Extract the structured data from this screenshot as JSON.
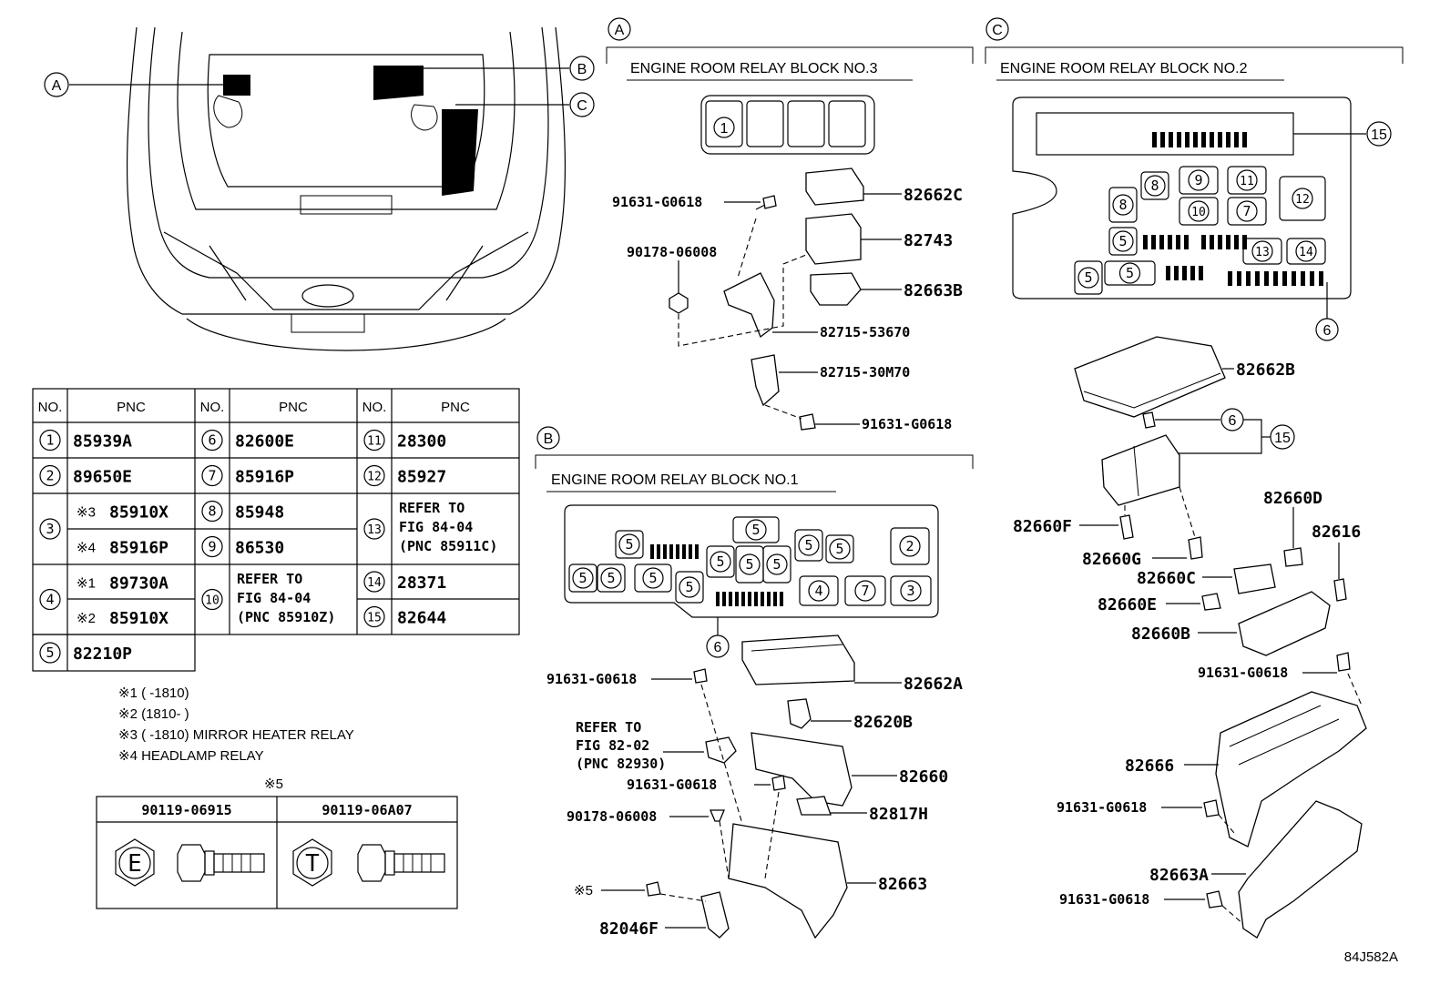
{
  "callouts": {
    "a": "A",
    "b": "B",
    "c": "C"
  },
  "sections": {
    "a": {
      "badge": "A",
      "title": "ENGINE ROOM RELAY BLOCK  NO.3"
    },
    "b": {
      "badge": "B",
      "title": "ENGINE ROOM RELAY BLOCK  NO.1"
    },
    "c": {
      "badge": "C",
      "title": "ENGINE ROOM RELAY BLOCK  NO.2"
    }
  },
  "table": {
    "headers": [
      "NO.",
      "PNC",
      "NO.",
      "PNC",
      "NO.",
      "PNC"
    ],
    "col1": [
      {
        "no": "1",
        "pnc": "85939A"
      },
      {
        "no": "2",
        "pnc": "89650E"
      },
      {
        "no": "3",
        "sub": [
          {
            "mark": "※3",
            "pnc": "85910X"
          },
          {
            "mark": "※4",
            "pnc": "85916P"
          }
        ]
      },
      {
        "no": "4",
        "sub": [
          {
            "mark": "※1",
            "pnc": "89730A"
          },
          {
            "mark": "※2",
            "pnc": "85910X"
          }
        ]
      },
      {
        "no": "5",
        "pnc": "82210P"
      }
    ],
    "col2": [
      {
        "no": "6",
        "pnc": "82600E"
      },
      {
        "no": "7",
        "pnc": "85916P"
      },
      {
        "no": "8",
        "pnc": "85948"
      },
      {
        "no": "9",
        "pnc": "86530"
      },
      {
        "no": "10",
        "lines": [
          "REFER TO",
          "FIG 84-04",
          "(PNC 85910Z)"
        ]
      }
    ],
    "col3": [
      {
        "no": "11",
        "pnc": "28300"
      },
      {
        "no": "12",
        "pnc": "85927"
      },
      {
        "no": "13",
        "lines": [
          "REFER TO",
          "FIG 84-04",
          "(PNC 85911C)"
        ]
      },
      {
        "no": "14",
        "pnc": "28371"
      },
      {
        "no": "15",
        "pnc": "82644"
      }
    ]
  },
  "notes": [
    "※1 (      -1810)",
    "※2 (1810-      )",
    "※3 (      -1810) MIRROR HEATER RELAY",
    "※4 HEADLAMP RELAY"
  ],
  "bolt_table": {
    "mark": "※5",
    "cols": [
      "90119-06915",
      "90119-06A07"
    ],
    "icons": [
      "E",
      "T"
    ]
  },
  "parts_a": {
    "p1": "82662C",
    "p2": "82743",
    "p3": "82663B",
    "p4": "82715-53670",
    "p5": "82715-30M70",
    "bolt1": "91631-G0618",
    "nut": "90178-06008",
    "bolt2": "91631-G0618",
    "relay_no": "1"
  },
  "parts_b": {
    "cover": "82662A",
    "p1": "82620B",
    "p2": "82660",
    "p3": "82817H",
    "p4": "82663",
    "p5": "82046F",
    "bolt1": "91631-G0618",
    "bolt2": "91631-G0618",
    "nut": "90178-06008",
    "bolt5": "※5",
    "refer": [
      "REFER TO",
      "FIG 82-02",
      "(PNC 82930)"
    ],
    "callout6": "6"
  },
  "parts_c": {
    "cover": "82662B",
    "c6": "6",
    "c15": "15",
    "p1": "82660F",
    "p2": "82660G",
    "p3": "82660D",
    "p4": "82616",
    "p5": "82660C",
    "p6": "82660E",
    "p7": "82660B",
    "bolt1": "91631-G0618",
    "p8": "82666",
    "bolt2": "91631-G0618",
    "p9": "82663A",
    "bolt3": "91631-G0618",
    "lead15": "15",
    "lead6": "6"
  },
  "diagram_id": "84J582A"
}
